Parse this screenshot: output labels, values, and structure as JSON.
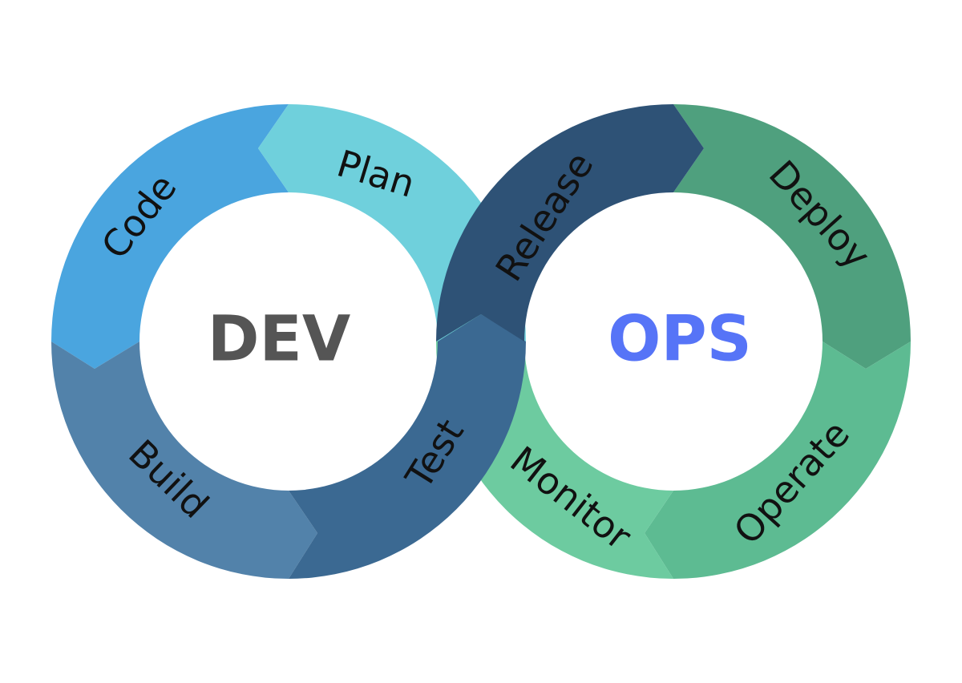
{
  "diagram": {
    "dev_hub": {
      "label": "DEV",
      "color": "#555555"
    },
    "ops_hub": {
      "label": "OPS",
      "color": "#5674F7"
    },
    "segments": {
      "code": {
        "label": "Code",
        "color": "#4AA5DF"
      },
      "plan": {
        "label": "Plan",
        "color": "#6FD0DC"
      },
      "build": {
        "label": "Build",
        "color": "#5282AA"
      },
      "test": {
        "label": "Test",
        "color": "#3B6992"
      },
      "release": {
        "label": "Release",
        "color": "#2E5276"
      },
      "deploy": {
        "label": "Deploy",
        "color": "#4FA07E"
      },
      "operate": {
        "label": "Operate",
        "color": "#5DBB92"
      },
      "monitor": {
        "label": "Monitor",
        "color": "#6DCBA0"
      }
    }
  }
}
